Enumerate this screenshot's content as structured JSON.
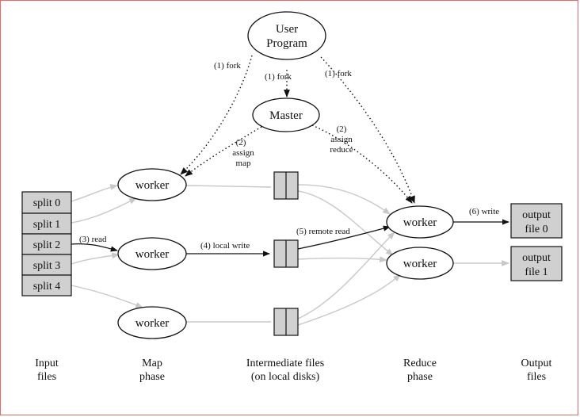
{
  "nodes": {
    "user_program": [
      "User",
      "Program"
    ],
    "master": "Master",
    "worker_map_1": "worker",
    "worker_map_2": "worker",
    "worker_map_3": "worker",
    "worker_reduce_1": "worker",
    "worker_reduce_2": "worker"
  },
  "splits": [
    "split 0",
    "split 1",
    "split 2",
    "split 3",
    "split 4"
  ],
  "outputs": [
    [
      "output",
      "file 0"
    ],
    [
      "output",
      "file 1"
    ]
  ],
  "edge_labels": {
    "fork_left": "(1) fork",
    "fork_mid": "(1) fork",
    "fork_right": "(1) fork",
    "assign_map": [
      "(2)",
      "assign",
      "map"
    ],
    "assign_reduce": [
      "(2)",
      "assign",
      "reduce"
    ],
    "read": "(3) read",
    "local_write": "(4) local write",
    "remote_read": "(5) remote read",
    "write": "(6) write"
  },
  "columns": {
    "input": [
      "Input",
      "files"
    ],
    "map": [
      "Map",
      "phase"
    ],
    "intermediate": [
      "Intermediate files",
      "(on local disks)"
    ],
    "reduce": [
      "Reduce",
      "phase"
    ],
    "output": [
      "Output",
      "files"
    ]
  },
  "colors": {
    "box_fill": "#d0d0d0",
    "edge_dark": "#111111",
    "edge_light": "#c8c8c8",
    "frame": "#e46a6a"
  }
}
